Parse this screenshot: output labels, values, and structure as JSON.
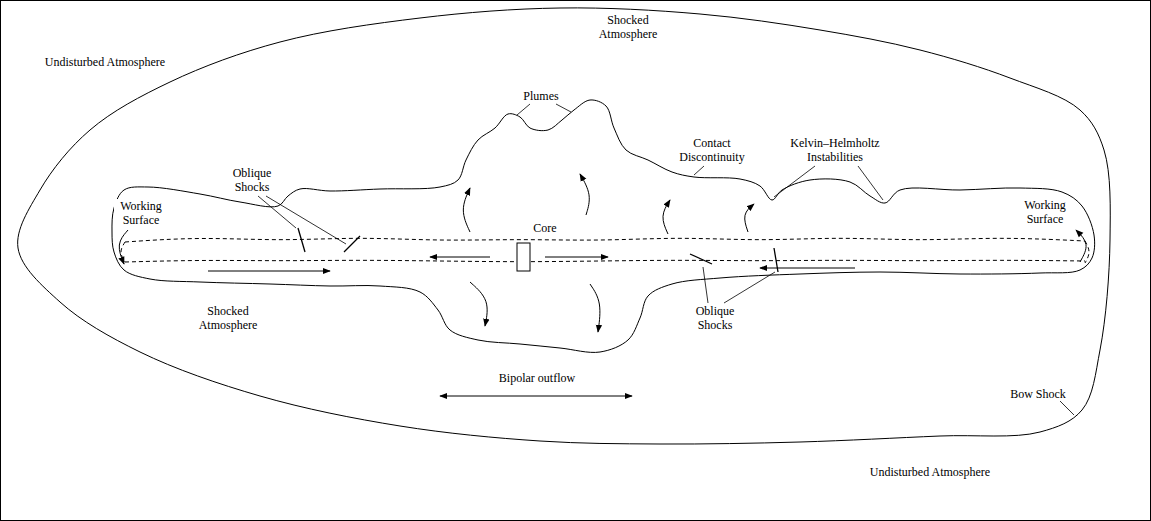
{
  "diagram": {
    "labels": [
      "Undisturbed Atmosphere",
      "Shocked Atmosphere",
      "Plumes",
      "Oblique Shocks",
      "Working Surface",
      "Contact Discontinuity",
      "Kelvin–Helmholtz Instabilities",
      "Working Surface",
      "Core",
      "Shocked Atmosphere",
      "Oblique Shocks",
      "Bipolar outflow",
      "Bow Shock",
      "Undisturbed Atmosphere"
    ]
  }
}
